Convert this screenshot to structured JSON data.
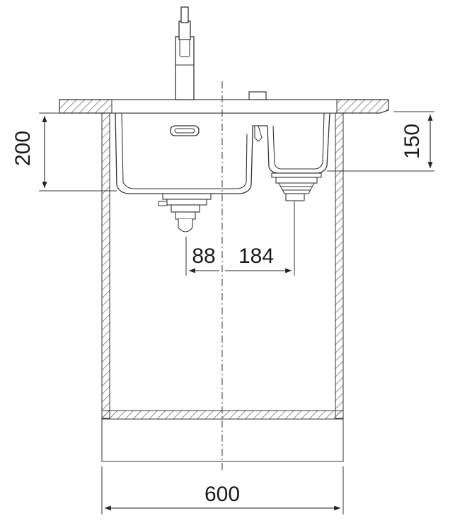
{
  "dimensions": {
    "basin_depth": "200",
    "small_basin_depth": "150",
    "waste_offset_left": "88",
    "waste_offset_right": "184",
    "cabinet_width": "600"
  }
}
